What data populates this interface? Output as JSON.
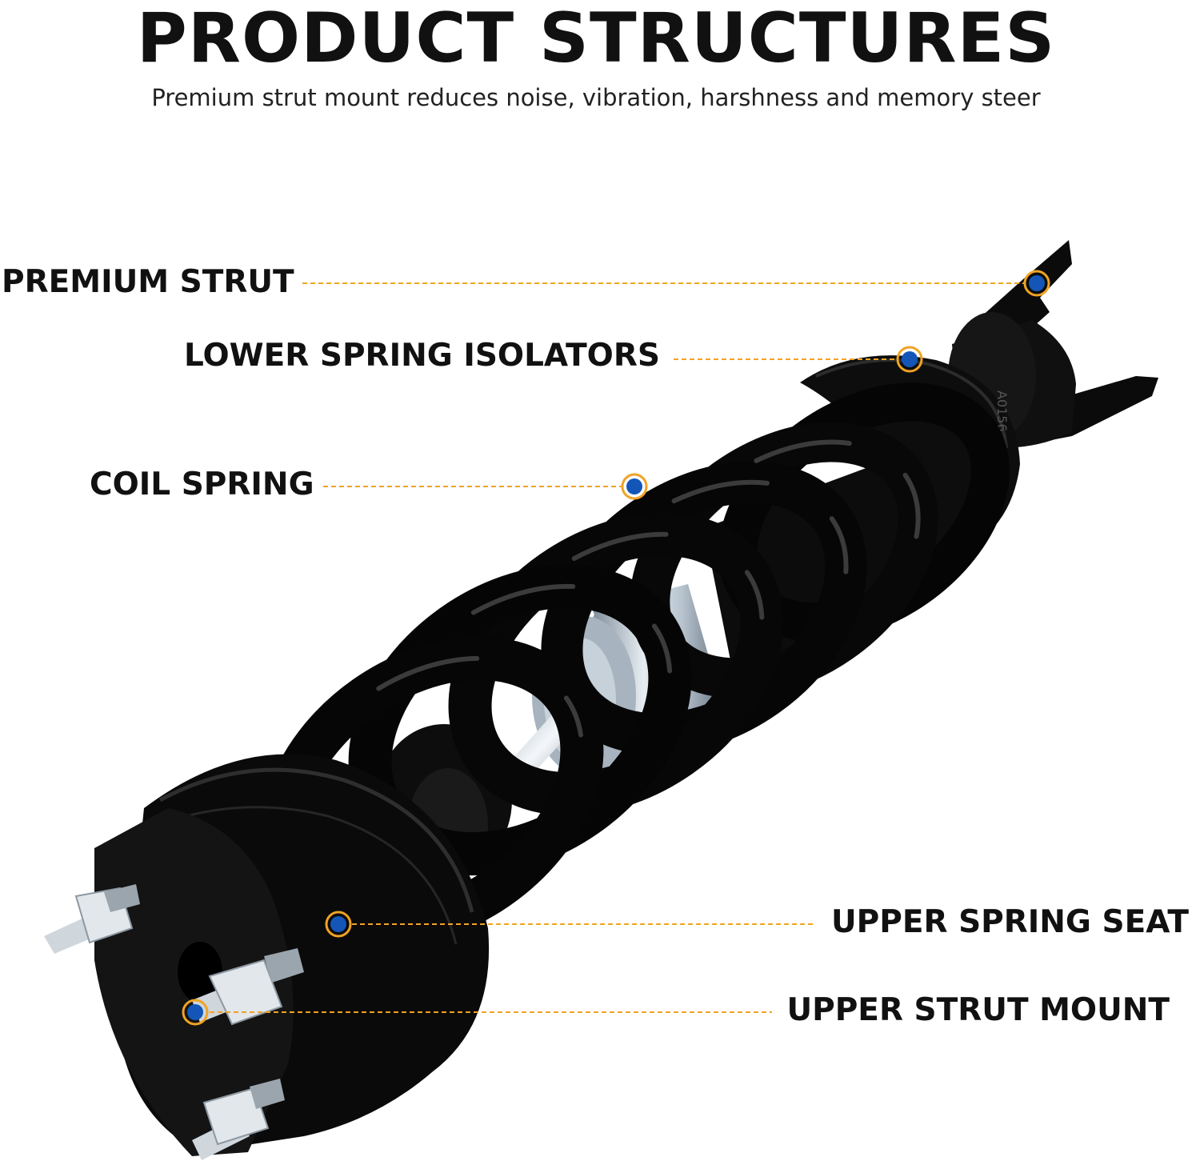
{
  "header": {
    "title": "PRODUCT STRUCTURES",
    "subtitle": "Premium strut mount reduces noise, vibration, harshness and memory steer"
  },
  "callouts": [
    {
      "id": "premium-strut",
      "label": "PREMIUM STRUT"
    },
    {
      "id": "lower-spring-isolators",
      "label": "LOWER SPRING ISOLATORS"
    },
    {
      "id": "coil-spring",
      "label": "COIL SPRING"
    },
    {
      "id": "upper-spring-seat",
      "label": "UPPER SPRING SEAT"
    },
    {
      "id": "upper-strut-mount",
      "label": "UPPER STRUT MOUNT"
    }
  ],
  "part_marking": "A0156",
  "colors": {
    "leader_line": "#f0a323",
    "marker_dot": "#1356b8",
    "marker_ring": "#f0a323",
    "part_black": "#0a0a0a",
    "metal": "#b8c4cf"
  }
}
